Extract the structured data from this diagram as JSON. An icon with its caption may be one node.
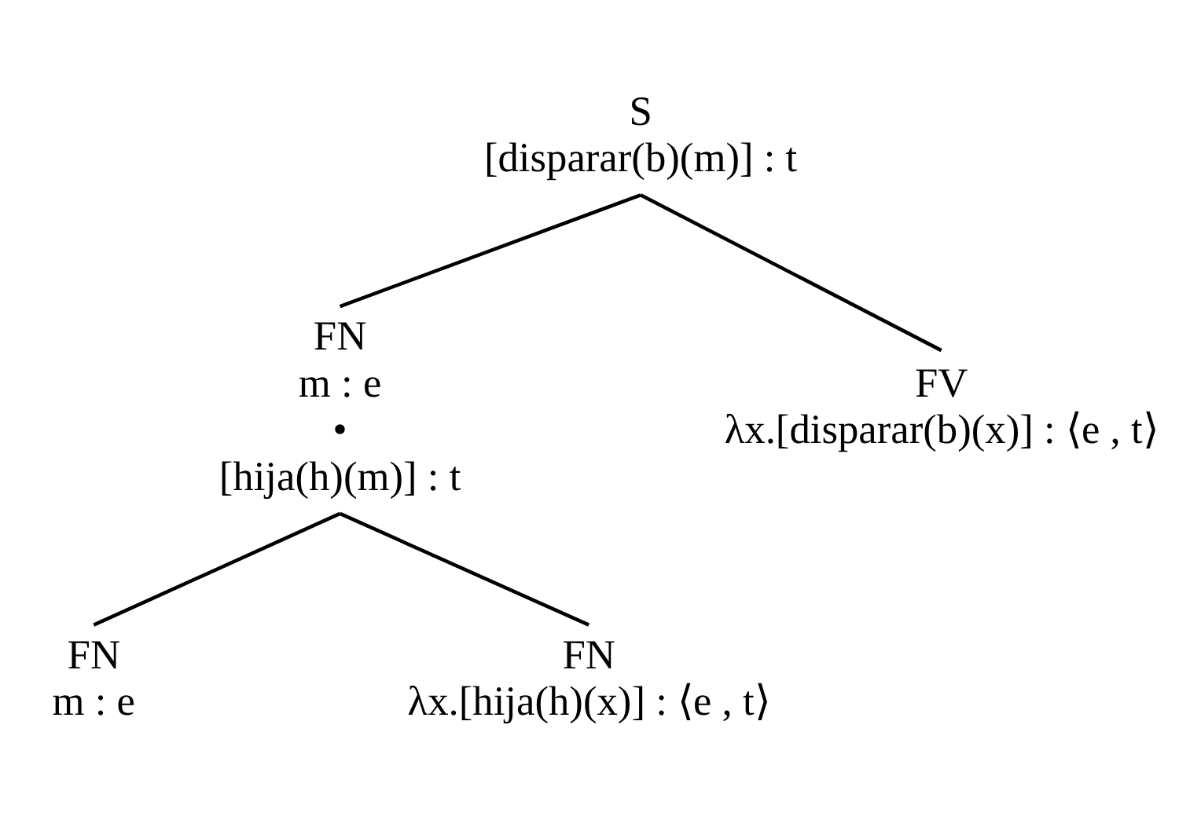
{
  "diagram": {
    "nodes": [
      {
        "text": [
          "S",
          "[disparar(b)(m)] : t"
        ]
      },
      {
        "text": [
          "FN",
          "m : e",
          "•",
          "[hija(h)(m)] : t"
        ]
      },
      {
        "text": [
          "FV",
          "λx.[disparar(b)(x)] : ⟨e , t⟩"
        ]
      },
      {
        "text": [
          "FN",
          "m : e"
        ]
      },
      {
        "text": [
          "FN",
          "λx.[hija(h)(x)] : ⟨e , t⟩"
        ]
      }
    ],
    "edges": [
      {
        "from": 0,
        "to": 1,
        "arrow": "none"
      },
      {
        "from": 0,
        "to": 2,
        "arrow": "none"
      },
      {
        "from": 1,
        "to": 3,
        "arrow": "none"
      },
      {
        "from": 1,
        "to": 4,
        "arrow": "none"
      }
    ]
  }
}
